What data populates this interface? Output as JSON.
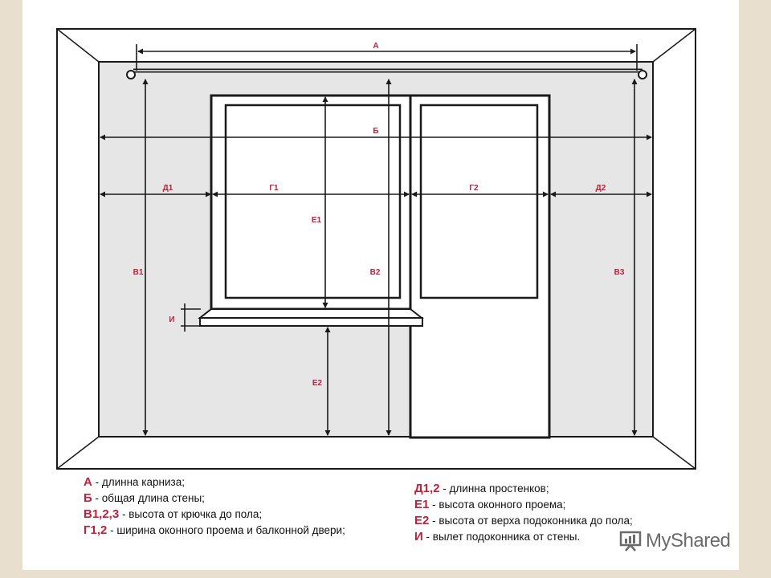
{
  "labels": {
    "a": "А",
    "b": "Б",
    "d1": "Д1",
    "g1": "Г1",
    "g2": "Г2",
    "d2": "Д2",
    "e1": "Е1",
    "v1": "В1",
    "v2": "В2",
    "v3": "В3",
    "i": "И",
    "e2": "Е2"
  },
  "legend_left": [
    {
      "key": "А",
      "text": " - длинна карниза;"
    },
    {
      "key": "Б",
      "text": " - общая длина стены;"
    },
    {
      "key": "В1,2,3",
      "text": " - высота от крючка до пола;"
    },
    {
      "key": "Г1,2",
      "text": " - ширина оконного проема и балконной двери;"
    }
  ],
  "legend_right": [
    {
      "key": "Д1,2",
      "text": " - длинна простенков;"
    },
    {
      "key": "Е1",
      "text": " - высота оконного проема;"
    },
    {
      "key": "Е2",
      "text": " - высота от верха подоконника до пола;"
    },
    {
      "key": "И",
      "text": " - вылет подоконника от стены."
    }
  ],
  "watermark": "MyShared",
  "colors": {
    "label": "#c0203a",
    "wall": "#e6e6e6",
    "line": "#1a1a1a",
    "page_border": "#e8dfcf"
  }
}
